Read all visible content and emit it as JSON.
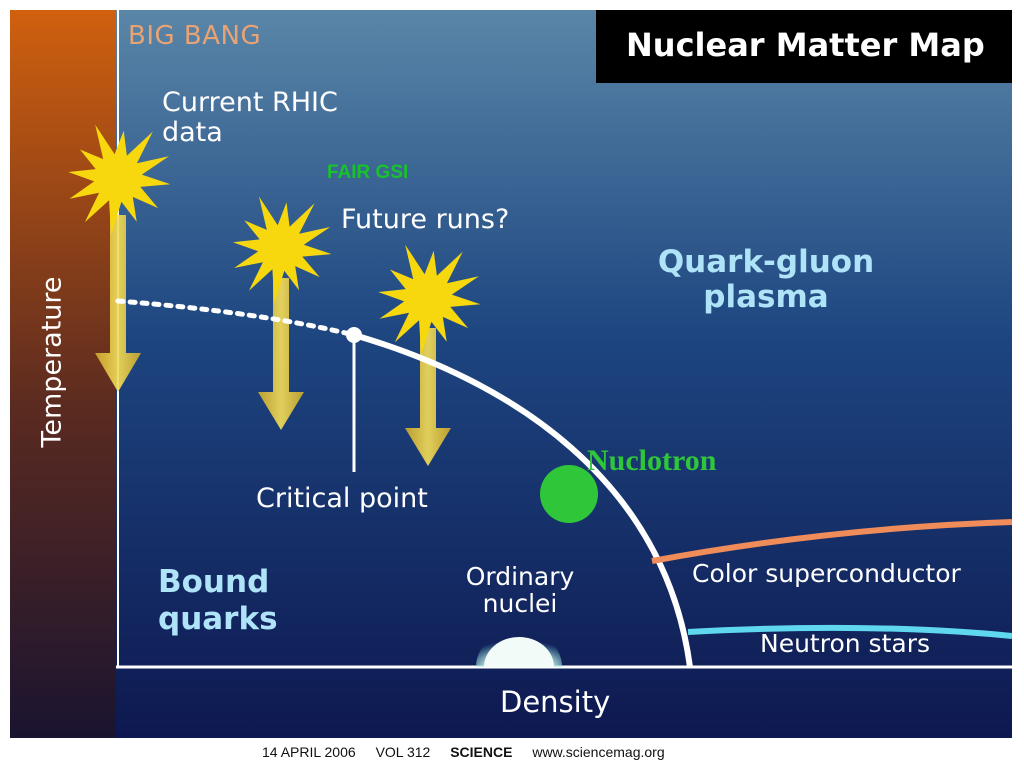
{
  "title": "Nuclear Matter Map",
  "axes": {
    "x_label": "Density",
    "y_label": "Temperature"
  },
  "labels": {
    "big_bang": "BIG BANG",
    "current_rhic": "Current RHIC data",
    "future_runs": "Future runs?",
    "fair_gsi": "FAIR GSI",
    "critical_point": "Critical point",
    "qgp": "Quark-gluon plasma",
    "bound_quarks": "Bound quarks",
    "ordinary_nuclei": "Ordinary nuclei",
    "color_superconductor": "Color superconductor",
    "neutron_stars": "Neutron stars",
    "nuclotron": "Nuclotron"
  },
  "footer": {
    "date": "14 APRIL 2006",
    "volume": "VOL 312",
    "journal": "SCIENCE",
    "url": "www.sciencemag.org"
  },
  "colors": {
    "sky_top": "#5a86a8",
    "sky_bottom": "#0e1850",
    "big_bang_bar": "#d0600e",
    "star_fill": "#f7d80e",
    "arrow_fill": "#e8c832",
    "phase_boundary": "#ffffff",
    "color_superconductor_line": "#f08b5a",
    "neutron_star_line": "#5fd7ec",
    "nuclotron_marker": "#2fc63a",
    "title_box": "#000000"
  }
}
